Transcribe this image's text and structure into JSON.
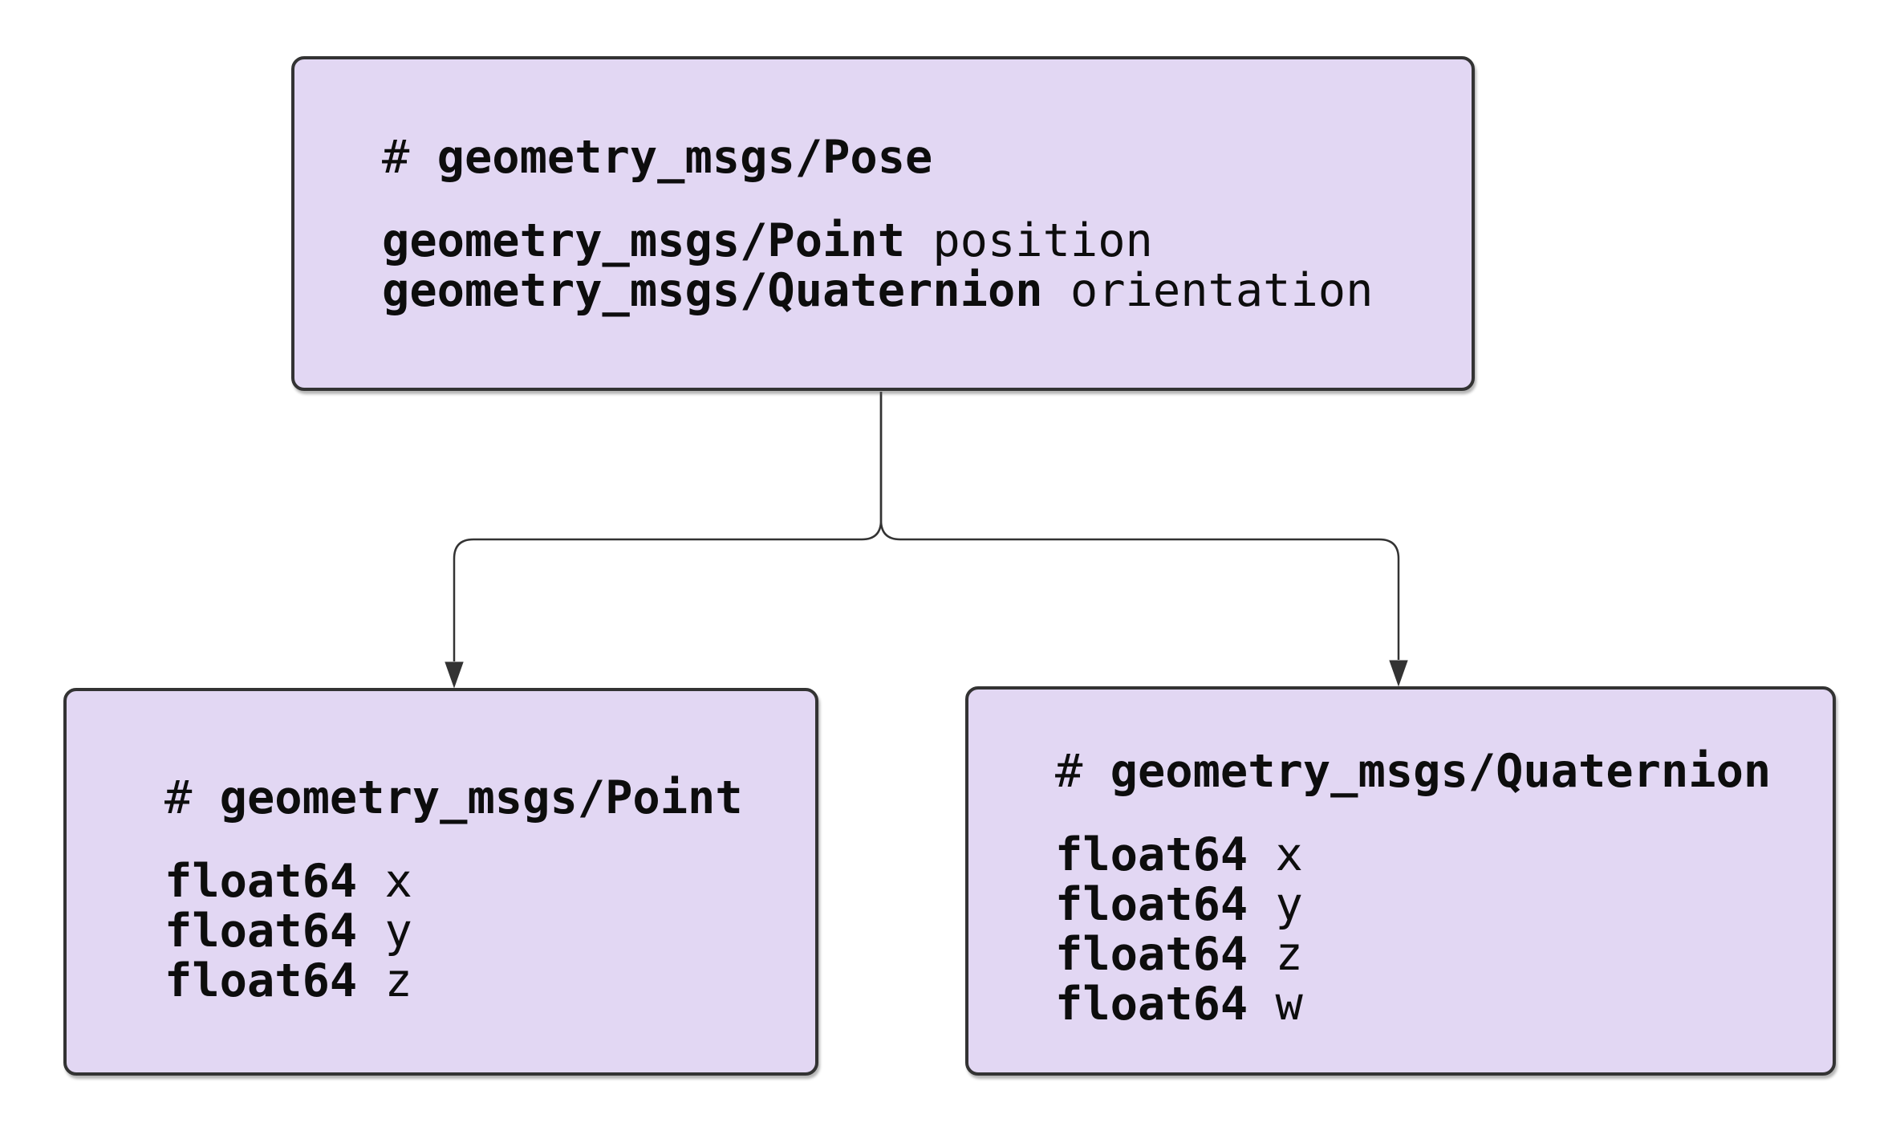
{
  "style": {
    "background": "#ffffff",
    "node_fill": "#e2d7f3",
    "node_border": "#333333",
    "edge_color": "#333333",
    "text_color": "#0d0d0d"
  },
  "nodes": {
    "pose": {
      "comment_prefix": "# ",
      "title": "geometry_msgs/Pose",
      "fields": [
        {
          "type": "geometry_msgs/Point",
          "name": "position"
        },
        {
          "type": "geometry_msgs/Quaternion",
          "name": "orientation"
        }
      ]
    },
    "point": {
      "comment_prefix": "# ",
      "title": "geometry_msgs/Point",
      "fields": [
        {
          "type": "float64",
          "name": "x"
        },
        {
          "type": "float64",
          "name": "y"
        },
        {
          "type": "float64",
          "name": "z"
        }
      ]
    },
    "quaternion": {
      "comment_prefix": "# ",
      "title": "geometry_msgs/Quaternion",
      "fields": [
        {
          "type": "float64",
          "name": "x"
        },
        {
          "type": "float64",
          "name": "y"
        },
        {
          "type": "float64",
          "name": "z"
        },
        {
          "type": "float64",
          "name": "w"
        }
      ]
    }
  }
}
